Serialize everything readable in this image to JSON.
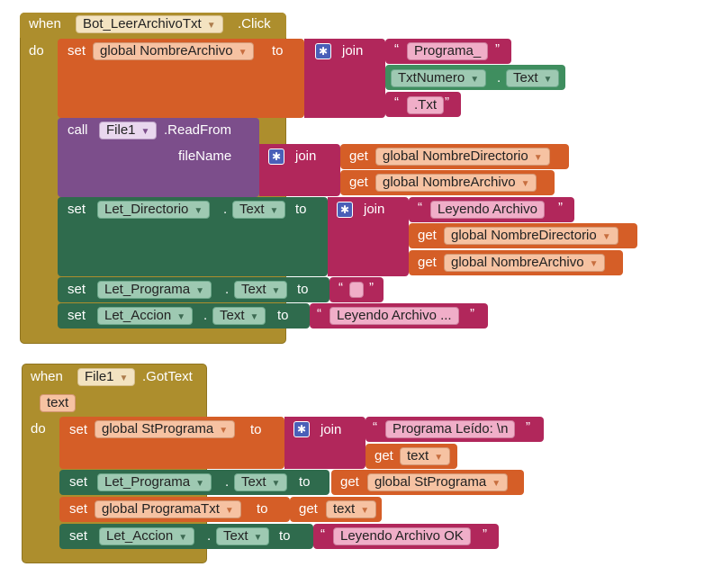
{
  "kw": {
    "when": "when",
    "do": "do",
    "set": "set",
    "to": "to",
    "call": "call",
    "join": "join",
    "get": "get",
    "filename": "fileName",
    "dot": "."
  },
  "event1": {
    "component": "Bot_LeerArchivoTxt",
    "event": ".Click",
    "var1": "global NombreArchivo",
    "str1": "Programa_",
    "txtnum": "TxtNumero",
    "text": "Text",
    "str_txt": ".Txt",
    "file": "File1",
    "method": ".ReadFrom",
    "gv_dir": "global NombreDirectorio",
    "gv_arch": "global NombreArchivo",
    "let_dir": "Let_Directorio",
    "str_leyendo": "Leyendo Archivo",
    "let_prog": "Let_Programa",
    "let_acc": "Let_Accion",
    "str_leyendo2": "Leyendo Archivo ..."
  },
  "event2": {
    "component": "File1",
    "event": ".GotText",
    "param": "text",
    "var_stprog": "global StPrograma",
    "str_prog": "Programa Leído: \\n",
    "get_text": "text",
    "let_prog": "Let_Programa",
    "text": "Text",
    "gv_stprog": "global StPrograma",
    "var_progtxt": "global ProgramaTxt",
    "let_acc": "Let_Accion",
    "str_ok": "Leyendo Archivo OK"
  },
  "icons": {
    "gear": "gear-icon",
    "dropdown": "dropdown-arrow-icon"
  },
  "colors": {
    "event": "#ad8e2d",
    "variable": "#d55e27",
    "procedure": "#7c4e8b",
    "setter": "#2f6b4d",
    "text": "#b1275b",
    "mutator": "#4a5fb8"
  }
}
